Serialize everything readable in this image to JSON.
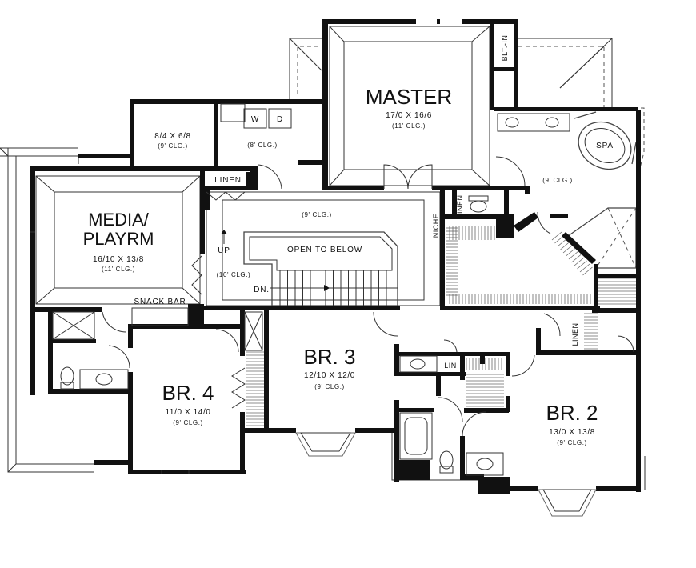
{
  "rooms": {
    "master": {
      "name": "MASTER",
      "size": "17/0 X 16/6",
      "ceiling": "(11' CLG.)"
    },
    "media": {
      "name_line1": "MEDIA/",
      "name_line2": "PLAYRM",
      "size": "16/10 X 13/8",
      "ceiling": "(11' CLG.)"
    },
    "br3": {
      "name": "BR. 3",
      "size": "12/10 X 12/0",
      "ceiling": "(9' CLG.)"
    },
    "br4": {
      "name": "BR. 4",
      "size": "11/0 X 14/0",
      "ceiling": "(9' CLG.)"
    },
    "br2": {
      "name": "BR. 2",
      "size": "13/0 X 13/8",
      "ceiling": "(9' CLG.)"
    },
    "office": {
      "size": "8/4 X 6/8",
      "ceiling": "(9' CLG.)"
    },
    "laundry": {
      "ceiling": "(8' CLG.)",
      "washer": "W",
      "dryer": "D"
    },
    "master_bath": {
      "ceiling": "(9' CLG.)",
      "spa": "SPA"
    },
    "hall": {
      "ceiling": "(9' CLG.)",
      "stair_ceiling": "(10' CLG.)"
    }
  },
  "labels": {
    "open_to_below": "OPEN TO BELOW",
    "snack_bar": "SNACK BAR",
    "linen_top": "LINEN",
    "linen_bath": "LINEN",
    "linen_right": "LINEN",
    "lin": "LIN",
    "niche": "NICHE",
    "blt_in": "BLT.-IN",
    "up": "UP",
    "dn": "DN."
  }
}
